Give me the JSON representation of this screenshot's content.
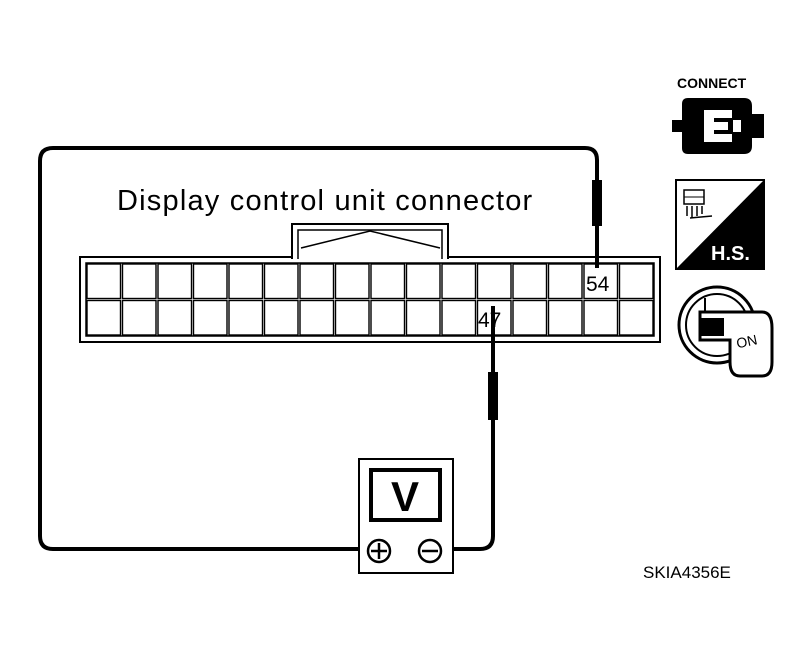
{
  "diagram": {
    "title": "Display control unit connector",
    "pin_positive": "54",
    "pin_negative": "47",
    "meter_label": "V",
    "figure_code": "SKIA4356E"
  },
  "icons": {
    "connect_label": "CONNECT",
    "hs_label": "H.S.",
    "ignition_label": "ON"
  }
}
